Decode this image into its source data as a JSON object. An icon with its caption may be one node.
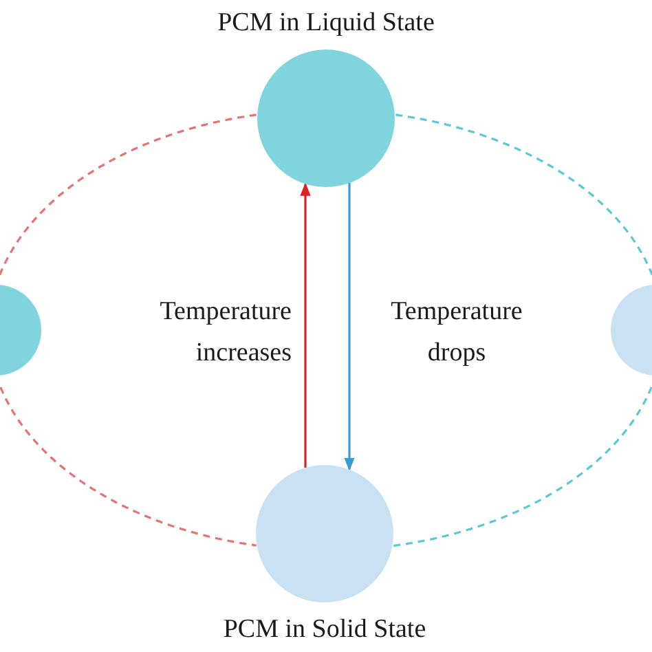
{
  "diagram": {
    "nodes": [
      {
        "text": [
          "PCM in Liquid State"
        ]
      },
      {
        "text": [],
        "shape": "circle"
      },
      {
        "text": [],
        "shape": "circle"
      },
      {
        "text": [
          "PCM in Solid State"
        ]
      }
    ],
    "edges": [
      {
        "from": 0,
        "to": 1,
        "arrow": "none",
        "style": "dashed",
        "color": "#e57373"
      },
      {
        "from": 1,
        "to": 3,
        "arrow": "none",
        "style": "dashed",
        "color": "#e57373"
      },
      {
        "from": 0,
        "to": 2,
        "arrow": "none",
        "style": "dashed",
        "color": "#5bc8d6"
      },
      {
        "from": 2,
        "to": 3,
        "arrow": "none",
        "style": "dashed",
        "color": "#5bc8d6"
      },
      {
        "from": 3,
        "to": 0,
        "arrow": "to",
        "label": "Temperature increases",
        "color": "#e02020"
      },
      {
        "from": 0,
        "to": 3,
        "arrow": "to",
        "label": "Temperature drops",
        "color": "#3a9bd0"
      }
    ]
  }
}
